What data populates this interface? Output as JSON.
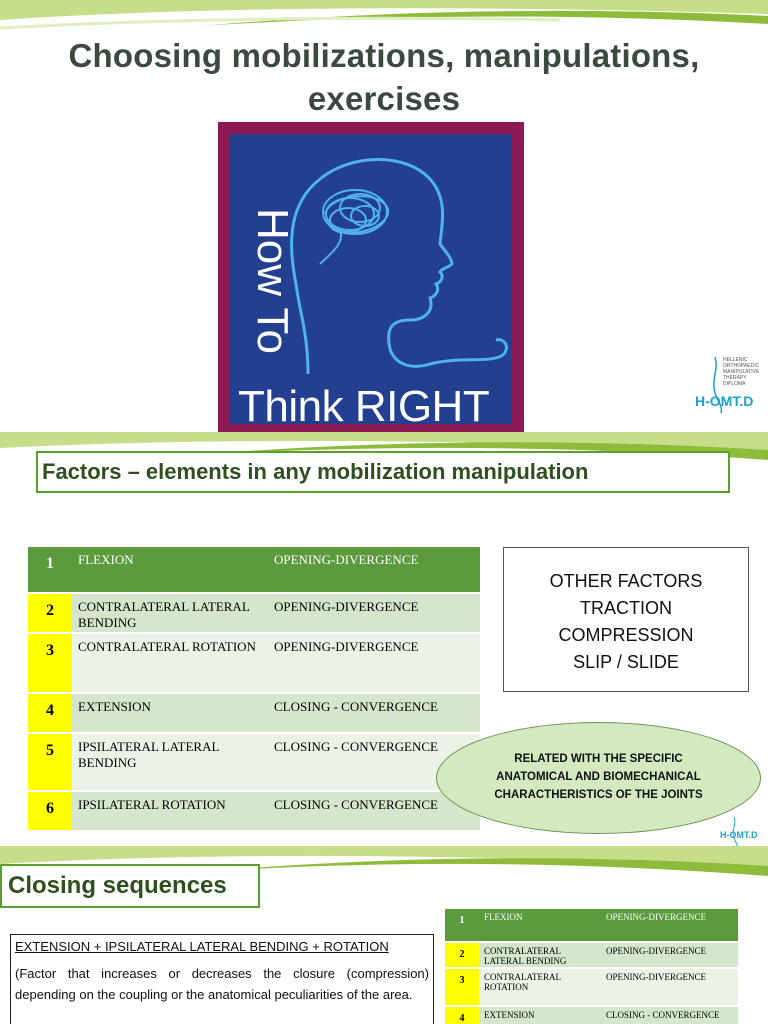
{
  "slide1": {
    "title_line1": "Choosing mobilizations, manipulations,",
    "title_line2": "exercises",
    "poster": {
      "vertical_text": "How To",
      "bottom_text": "Think RIGHT"
    },
    "logo": {
      "small_text": [
        "HELLENIC",
        "ORTHOPAEDIC",
        "MANIPULATIVE",
        "THERAPY",
        "DIPLOMA"
      ],
      "brand": "H-OMT.D"
    }
  },
  "slide2": {
    "banner": "Factors – elements in any mobilization manipulation",
    "table": [
      {
        "num": "1",
        "movement": "FLEXION",
        "effect": "OPENING-DIVERGENCE"
      },
      {
        "num": "2",
        "movement": "CONTRALATERAL LATERAL BENDING",
        "effect": "OPENING-DIVERGENCE"
      },
      {
        "num": "3",
        "movement": "CONTRALATERAL ROTATION",
        "effect": "OPENING-DIVERGENCE"
      },
      {
        "num": "4",
        "movement": "EXTENSION",
        "effect": "CLOSING - CONVERGENCE"
      },
      {
        "num": "5",
        "movement": "IPSILATERAL LATERAL BENDING",
        "effect": "CLOSING - CONVERGENCE"
      },
      {
        "num": "6",
        "movement": "IPSILATERAL ROTATION",
        "effect": "CLOSING - CONVERGENCE"
      }
    ],
    "other_factors": [
      "OTHER FACTORS",
      "TRACTION",
      "COMPRESSION",
      "SLIP / SLIDE"
    ],
    "ellipse": [
      "RELATED WITH THE SPECIFIC",
      "ANATOMICAL AND BIOMECHANICAL",
      "CHARACTHERISTICS OF THE JOINTS"
    ],
    "logo_brand": "H-OMT.D"
  },
  "slide3": {
    "banner": "Closing sequences",
    "box_heading": "EXTENSION + IPSILATERAL LATERAL BENDING + ROTATION",
    "box_text": "(Factor that increases or decreases the closure (compression) depending on the coupling or the anatomical peculiarities of the area.",
    "table": [
      {
        "num": "1",
        "movement": "FLEXION",
        "effect": "OPENING-DIVERGENCE"
      },
      {
        "num": "2",
        "movement": "CONTRALATERAL LATERAL BENDING",
        "effect": "OPENING-DIVERGENCE"
      },
      {
        "num": "3",
        "movement": "CONTRALATERAL ROTATION",
        "effect": "OPENING-DIVERGENCE"
      },
      {
        "num": "4",
        "movement": "EXTENSION",
        "effect": "CLOSING - CONVERGENCE"
      }
    ]
  },
  "colors": {
    "accent_green": "#5c9a3e",
    "highlight_yellow": "#ffff00",
    "poster_blue": "#233f90",
    "poster_frame": "#8e1a55",
    "line_blue": "#4fb3e8"
  }
}
